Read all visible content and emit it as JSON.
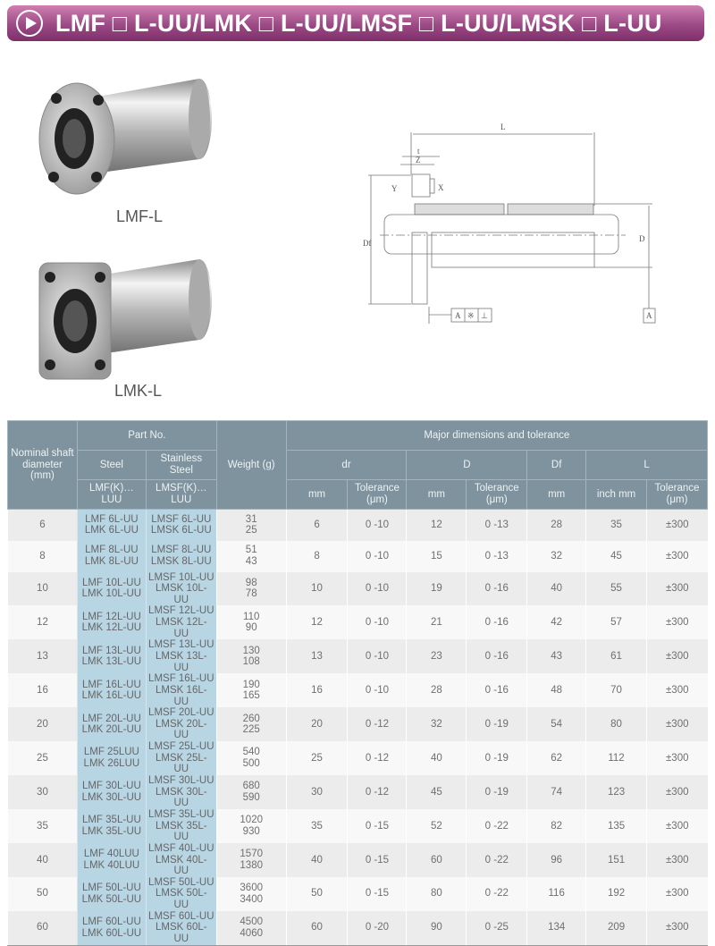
{
  "header": {
    "title": "LMF □ L-UU/LMK □ L-UU/LMSF □ L-UU/LMSK □ L-UU",
    "icon": "play-arrow-icon"
  },
  "products": [
    {
      "label": "LMF-L"
    },
    {
      "label": "LMK-L"
    }
  ],
  "drawing": {
    "labels": {
      "L": "L",
      "t": "t",
      "Z": "Z",
      "Y": "Y",
      "X": "X",
      "Df": "Df",
      "D": "D",
      "datum": "A",
      "sym1": "A",
      "sym2": "※",
      "sym3": "⊥"
    }
  },
  "table": {
    "headers": {
      "nominal": "Nominal shaft diameter (mm)",
      "part_no": "Part No.",
      "steel": "Steel",
      "stainless": "Stainless Steel",
      "steel_code": "LMF(K)…LUU",
      "stainless_code": "LMSF(K)…LUU",
      "weight": "Weight (g)",
      "major": "Major dimensions and tolerance",
      "dr": "dr",
      "D": "D",
      "Df": "Df",
      "L": "L",
      "mm": "mm",
      "tol": "Tolerance (μm)",
      "inch_mm": "inch mm"
    },
    "rows": [
      {
        "d": "6",
        "s1": "LMF 6L-UU",
        "s2": "LMK 6L-UU",
        "ss1": "LMSF 6L-UU",
        "ss2": "LMSK 6L-UU",
        "w1": "31",
        "w2": "25",
        "dr": "6",
        "drt": "0 -10",
        "D": "12",
        "Dt": "0 -13",
        "Df": "28",
        "L": "35",
        "Lt": "±300"
      },
      {
        "d": "8",
        "s1": "LMF 8L-UU",
        "s2": "LMK 8L-UU",
        "ss1": "LMSF 8L-UU",
        "ss2": "LMSK 8L-UU",
        "w1": "51",
        "w2": "43",
        "dr": "8",
        "drt": "0 -10",
        "D": "15",
        "Dt": "0 -13",
        "Df": "32",
        "L": "45",
        "Lt": "±300"
      },
      {
        "d": "10",
        "s1": "LMF 10L-UU",
        "s2": "LMK 10L-UU",
        "ss1": "LMSF 10L-UU",
        "ss2": "LMSK 10L-UU",
        "w1": "98",
        "w2": "78",
        "dr": "10",
        "drt": "0 -10",
        "D": "19",
        "Dt": "0 -16",
        "Df": "40",
        "L": "55",
        "Lt": "±300"
      },
      {
        "d": "12",
        "s1": "LMF 12L-UU",
        "s2": "LMK 12L-UU",
        "ss1": "LMSF 12L-UU",
        "ss2": "LMSK 12L-UU",
        "w1": "110",
        "w2": "90",
        "dr": "12",
        "drt": "0 -10",
        "D": "21",
        "Dt": "0 -16",
        "Df": "42",
        "L": "57",
        "Lt": "±300"
      },
      {
        "d": "13",
        "s1": "LMF 13L-UU",
        "s2": "LMK 13L-UU",
        "ss1": "LMSF 13L-UU",
        "ss2": "LMSK 13L-UU",
        "w1": "130",
        "w2": "108",
        "dr": "13",
        "drt": "0 -10",
        "D": "23",
        "Dt": "0 -16",
        "Df": "43",
        "L": "61",
        "Lt": "±300"
      },
      {
        "d": "16",
        "s1": "LMF 16L-UU",
        "s2": "LMK 16L-UU",
        "ss1": "LMSF 16L-UU",
        "ss2": "LMSK 16L-UU",
        "w1": "190",
        "w2": "165",
        "dr": "16",
        "drt": "0 -10",
        "D": "28",
        "Dt": "0 -16",
        "Df": "48",
        "L": "70",
        "Lt": "±300"
      },
      {
        "d": "20",
        "s1": "LMF 20L-UU",
        "s2": "LMK 20L-UU",
        "ss1": "LMSF 20L-UU",
        "ss2": "LMSK 20L-UU",
        "w1": "260",
        "w2": "225",
        "dr": "20",
        "drt": "0 -12",
        "D": "32",
        "Dt": "0 -19",
        "Df": "54",
        "L": "80",
        "Lt": "±300"
      },
      {
        "d": "25",
        "s1": "LMF 25LUU",
        "s2": "LMK 26LUU",
        "ss1": "LMSF 25L-UU",
        "ss2": "LMSK 25L-UU",
        "w1": "540",
        "w2": "500",
        "dr": "25",
        "drt": "0 -12",
        "D": "40",
        "Dt": "0 -19",
        "Df": "62",
        "L": "112",
        "Lt": "±300"
      },
      {
        "d": "30",
        "s1": "LMF 30L-UU",
        "s2": "LMK 30L-UU",
        "ss1": "LMSF 30L-UU",
        "ss2": "LMSK 30L-UU",
        "w1": "680",
        "w2": "590",
        "dr": "30",
        "drt": "0 -12",
        "D": "45",
        "Dt": "0 -19",
        "Df": "74",
        "L": "123",
        "Lt": "±300"
      },
      {
        "d": "35",
        "s1": "LMF 35L-UU",
        "s2": "LMK 35L-UU",
        "ss1": "LMSF 35L-UU",
        "ss2": "LMSK 35L-UU",
        "w1": "1020",
        "w2": "930",
        "dr": "35",
        "drt": "0 -15",
        "D": "52",
        "Dt": "0 -22",
        "Df": "82",
        "L": "135",
        "Lt": "±300"
      },
      {
        "d": "40",
        "s1": "LMF 40LUU",
        "s2": "LMK 40LUU",
        "ss1": "LMSF 40L-UU",
        "ss2": "LMSK 40L-UU",
        "w1": "1570",
        "w2": "1380",
        "dr": "40",
        "drt": "0 -15",
        "D": "60",
        "Dt": "0 -22",
        "Df": "96",
        "L": "151",
        "Lt": "±300"
      },
      {
        "d": "50",
        "s1": "LMF 50L-UU",
        "s2": "LMK 50L-UU",
        "ss1": "LMSF 50L-UU",
        "ss2": "LMSK 50L-UU",
        "w1": "3600",
        "w2": "3400",
        "dr": "50",
        "drt": "0 -15",
        "D": "80",
        "Dt": "0 -22",
        "Df": "116",
        "L": "192",
        "Lt": "±300"
      },
      {
        "d": "60",
        "s1": "LMF 60L-UU",
        "s2": "LMK 60L-UU",
        "ss1": "LMSF 60L-UU",
        "ss2": "LMSK 60L-UU",
        "w1": "4500",
        "w2": "4060",
        "dr": "60",
        "drt": "0 -20",
        "D": "90",
        "Dt": "0 -25",
        "Df": "134",
        "L": "209",
        "Lt": "±300"
      }
    ]
  }
}
